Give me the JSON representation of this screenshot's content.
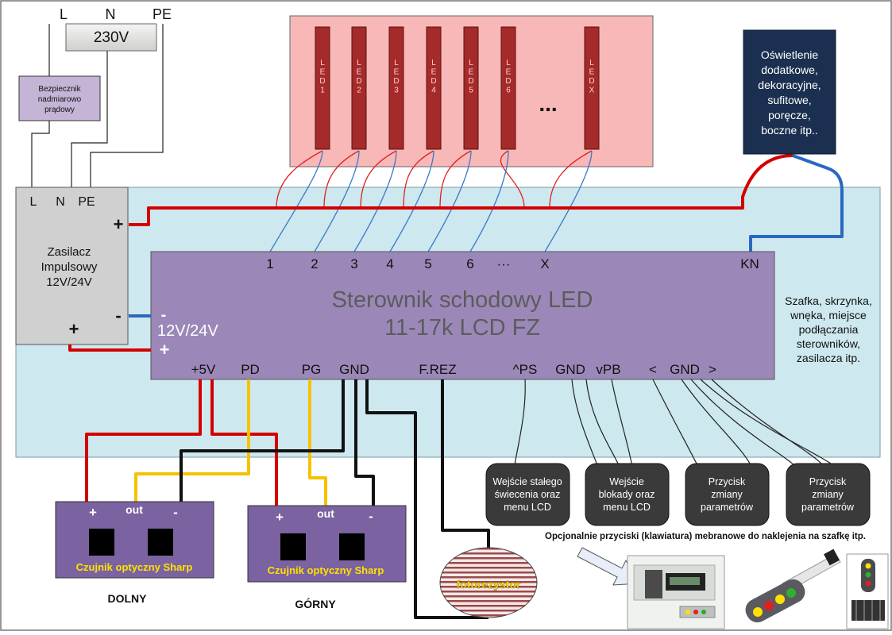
{
  "mains": {
    "L": "L",
    "N": "N",
    "PE": "PE",
    "voltage": "230V"
  },
  "fuse_label": [
    "Bezpiecznik",
    "nadmiarowo",
    "prądowy"
  ],
  "psu": {
    "terminals": [
      "L",
      "N",
      "PE"
    ],
    "title": [
      "Zasilacz",
      "Impulsowy",
      "12V/24V"
    ],
    "plus": "+",
    "minus": "-"
  },
  "leds": [
    "LED1",
    "LED2",
    "LED3",
    "LED4",
    "LED5",
    "LED6",
    "LEDX"
  ],
  "led_ellipsis": "...",
  "extra_lighting": [
    "Oświetlenie",
    "dodatkowe,",
    "dekoracyjne,",
    "sufitowe,",
    "poręcze,",
    "boczne itp.."
  ],
  "cabinet_label": [
    "Szafka, skrzynka,",
    "wnęka, miejsce",
    "podłączania",
    "sterowników,",
    "zasilacza itp."
  ],
  "controller": {
    "title_line1": "Sterownik schodowy LED",
    "title_line2": "11-17k LCD FZ",
    "outputs": [
      "1",
      "2",
      "3",
      "4",
      "5",
      "6",
      "···",
      "X"
    ],
    "kn": "KN",
    "power_minus": "-",
    "power_voltage": "12V/24V",
    "power_plus": "+",
    "bottom_pins": [
      "+5V",
      "PD",
      "PG",
      "GND",
      "F.REZ",
      "^PS",
      "GND",
      "vPB",
      "<",
      "GND",
      ">"
    ]
  },
  "inputs": [
    [
      "Wejście stałego",
      "świecenia oraz",
      "menu LCD"
    ],
    [
      "Wejście",
      "blokady oraz",
      "menu LCD"
    ],
    [
      "Przycisk",
      "zmiany",
      "parametrów"
    ],
    [
      "Przycisk",
      "zmiany",
      "parametrów"
    ]
  ],
  "sensors": [
    {
      "plus": "+",
      "out": "out",
      "minus": "-",
      "name": "Czujnik optyczny Sharp",
      "position": "DOLNY"
    },
    {
      "plus": "+",
      "out": "out",
      "minus": "-",
      "name": "Czujnik optyczny Sharp",
      "position": "GÓRNY"
    }
  ],
  "photoresistor": "fotorezystor",
  "membrane_note": "Opcjonalnie przyciski (klawiatura) mebranowe do naklejenia na szafkę itp.",
  "colors": {
    "cabinet": "#cde8ee",
    "controller": "#9b88b8",
    "led_panel": "#f8b8b8",
    "led_strip": "#a52a2a",
    "psu": "#d0d0d0",
    "sensor": "#7b62a0",
    "lighting_box": "#1b3050",
    "fuse": "#c4b4d6",
    "wire_red": "#d40000",
    "wire_yellow": "#f6c200",
    "wire_blue": "#2a68c0"
  }
}
